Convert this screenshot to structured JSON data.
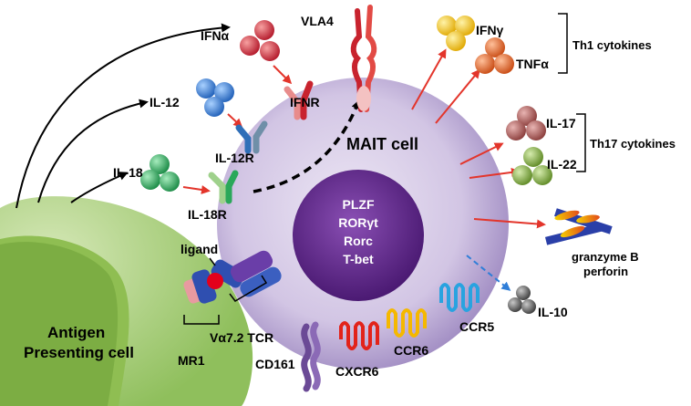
{
  "labels": {
    "ifna": "IFNα",
    "vla4": "VLA4",
    "ifng": "IFNγ",
    "th1": "Th1 cytokines",
    "tnfa": "TNFα",
    "il12": "IL-12",
    "ifnr": "IFNR",
    "il12r": "IL-12R",
    "il17": "IL-17",
    "mait": "MAIT cell",
    "th17": "Th17 cytokines",
    "il22": "IL-22",
    "il18": "IL-18",
    "il18r": "IL-18R",
    "ligand": "ligand",
    "granzyme": "granzyme B",
    "perforin": "perforin",
    "il10": "IL-10",
    "apc_line1": "Antigen",
    "apc_line2": "Presenting cell",
    "tcr": "Vα7.2 TCR",
    "ccr5": "CCR5",
    "mr1": "MR1",
    "cd161": "CD161",
    "cxcr6": "CXCR6",
    "ccr6": "CCR6"
  },
  "nucleus": [
    "PLZF",
    "RORγt",
    "Rorc",
    "T-bet"
  ],
  "colors": {
    "cell_fill": "#cdbfe0",
    "nucleus": "#6a2c91",
    "apc_green": "#7bb04a",
    "arrow_red": "#e3352b",
    "ifna_red": "#c8232e",
    "il12_blue": "#2f7ed8",
    "il18_green": "#2aa85a",
    "ifng_yellow": "#f2c428",
    "tnfa_orange": "#e0601f",
    "il17_mauve": "#a4524f",
    "il22_olive": "#7fa33c",
    "il10_gray": "#5b5b5b",
    "cd161_purple": "#6b4a96",
    "cxcr6_red": "#e2231a",
    "ccr6_yellow": "#f5b800",
    "ccr5_blue": "#29a3e0"
  }
}
